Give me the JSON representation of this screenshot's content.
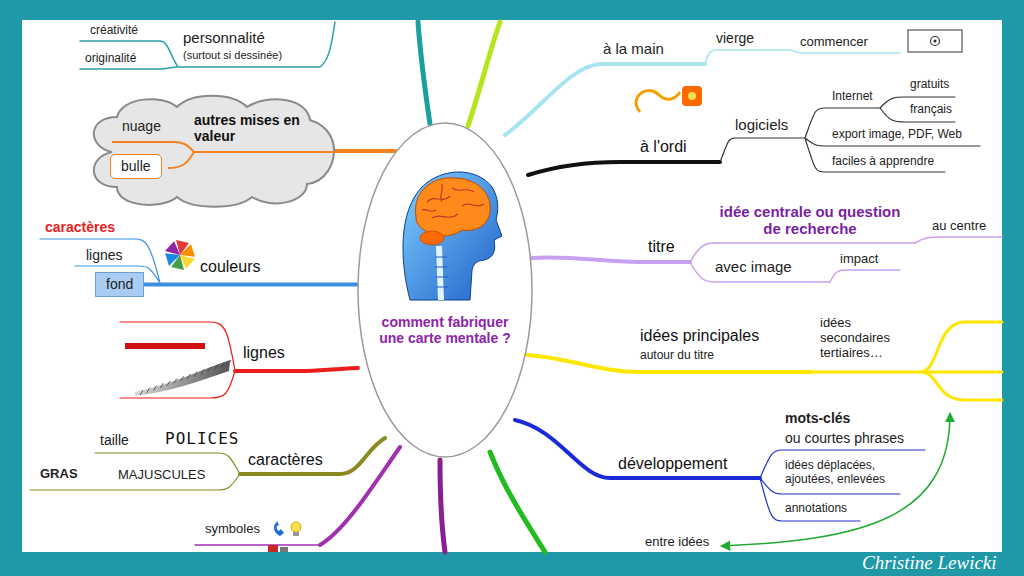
{
  "diagram": {
    "nodes": [
      {
        "text": [
          "comment fabriquer une carte mentale ?"
        ]
      },
      {
        "text": [
          "nuage",
          "autres mises en valeur"
        ]
      },
      {
        "text": [
          "bulle"
        ],
        "in": 1
      },
      {
        "text": [
          "fond"
        ]
      }
    ],
    "edges": [
      {
        "from": 0,
        "to": 1,
        "arrow": "none"
      },
      {
        "from": 0,
        "to": 3,
        "arrow": "none"
      }
    ],
    "labels": [
      "créativité",
      "originalité",
      "personnalité",
      "(surtout si dessinée)",
      "à la main",
      "vierge",
      "commencer",
      "à l'ordi",
      "logiciels",
      "Internet",
      "gratuits",
      "français",
      "export image, PDF, Web",
      "faciles à apprendre",
      "caractères",
      "lignes",
      "couleurs",
      "titre",
      "idée centrale ou question de recherche",
      "au centre",
      "avec image",
      "impact",
      "lignes",
      "idées principales",
      "autour du titre",
      "idées secondaires tertiaires…",
      "taille",
      "POLICES",
      "caractères",
      "GRAS",
      "MAJUSCULES",
      "mots-clés",
      "ou courtes phrases",
      "développement",
      "idées déplacées, ajoutées, enlevées",
      "annotations",
      "symboles",
      "entre idées",
      "Christine Lewicki"
    ]
  }
}
